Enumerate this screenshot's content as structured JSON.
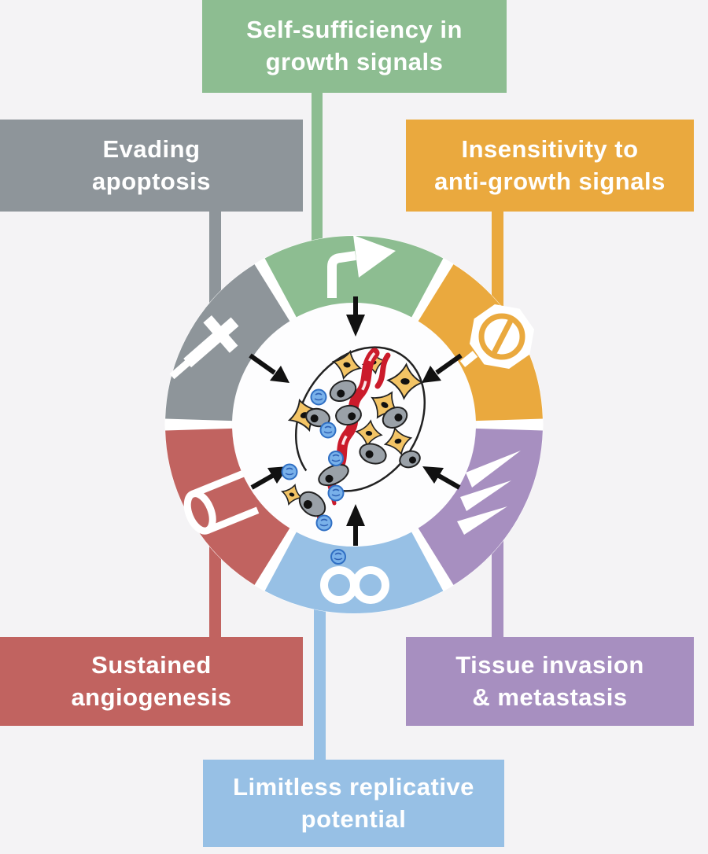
{
  "background_color": "#f4f3f5",
  "hallmarks": [
    {
      "id": "self-sufficiency-growth-signals",
      "line1": "Self-sufficiency in",
      "line2": "growth signals",
      "color": "#8dbd91",
      "icon": "bent-arrow-icon",
      "position": "top-center"
    },
    {
      "id": "evading-apoptosis",
      "line1": "Evading",
      "line2": "apoptosis",
      "color": "#8e959a",
      "icon": "cross-icon",
      "position": "upper-left"
    },
    {
      "id": "insensitivity-anti-growth-signals",
      "line1": "Insensitivity to",
      "line2": "anti-growth signals",
      "color": "#eaa93e",
      "icon": "no-entry-icon",
      "position": "upper-right"
    },
    {
      "id": "sustained-angiogenesis",
      "line1": "Sustained",
      "line2": "angiogenesis",
      "color": "#c16360",
      "icon": "blood-vessel-icon",
      "position": "lower-left"
    },
    {
      "id": "tissue-invasion-metastasis",
      "line1": "Tissue invasion",
      "line2": "& metastasis",
      "color": "#a78fc0",
      "icon": "claw-marks-icon",
      "position": "lower-right"
    },
    {
      "id": "limitless-replicative-potential",
      "line1": "Limitless replicative",
      "line2": "potential",
      "color": "#97c0e5",
      "icon": "infinity-icon",
      "position": "bottom-center"
    }
  ],
  "ring": {
    "segment_count": 6,
    "gap_color": "#ffffff",
    "inward_arrow_count": 6,
    "arrow_color": "#111111",
    "segments": [
      {
        "name": "growth-signals",
        "color": "#8dbd91",
        "icon": "bent-arrow-icon"
      },
      {
        "name": "anti-growth-signals",
        "color": "#eaa93e",
        "icon": "no-entry-icon"
      },
      {
        "name": "tissue-invasion",
        "color": "#a78fc0",
        "icon": "claw-marks-icon"
      },
      {
        "name": "replicative-potential",
        "color": "#97c0e5",
        "icon": "infinity-icon"
      },
      {
        "name": "angiogenesis",
        "color": "#c16360",
        "icon": "blood-vessel-icon"
      },
      {
        "name": "apoptosis",
        "color": "#8e959a",
        "icon": "cross-icon"
      }
    ]
  },
  "center_illustration": {
    "name": "tumor-cell-cluster",
    "elements": [
      "tumor-cells-gray",
      "stromal-cells-orange",
      "immune-cells-blue",
      "blood-vessel-red",
      "escaping-cells"
    ],
    "vessel_color": "#cb1b2b",
    "tumor_cell_color": "#9aa1a8",
    "stromal_cell_color": "#f3c465",
    "immune_cell_color": "#79b1ea"
  }
}
